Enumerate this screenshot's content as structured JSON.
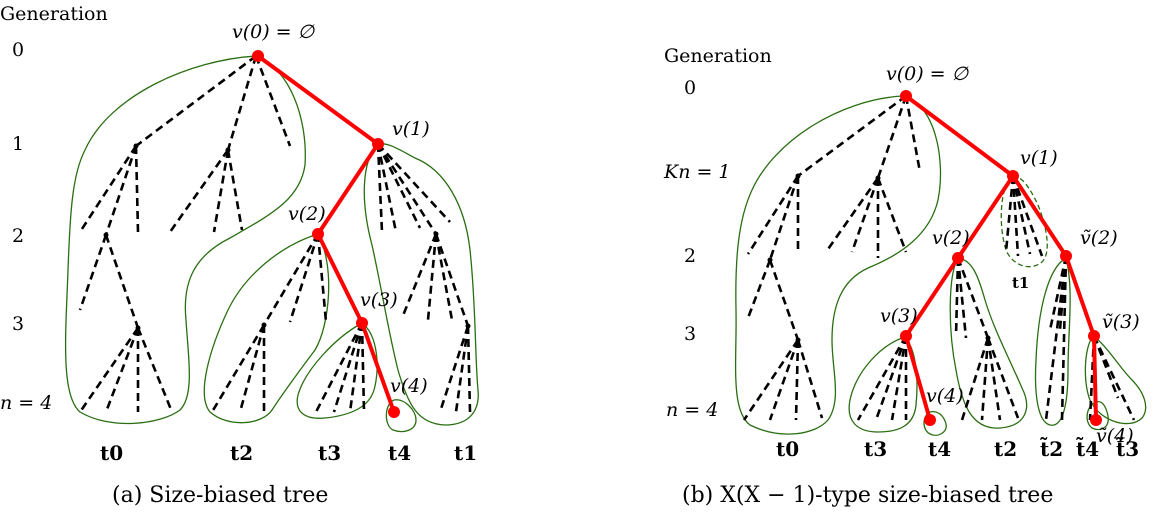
{
  "panel_a": {
    "generation_header": "Generation",
    "generation_labels": [
      "0",
      "1",
      "2",
      "3",
      "n = 4"
    ],
    "spine_labels": [
      "v(0) = ∅",
      "v(1)",
      "v(2)",
      "v(3)",
      "v(4)"
    ],
    "subtree_labels": [
      "t0",
      "t2",
      "t3",
      "t4",
      "t1"
    ],
    "caption": "(a) Size-biased tree"
  },
  "panel_b": {
    "generation_header": "Generation",
    "generation_labels": [
      "0",
      "Kn = 1",
      "2",
      "3",
      "n = 4"
    ],
    "spine_labels": [
      "v(0) = ∅",
      "v(1)",
      "v(2)",
      "v(3)",
      "v(4)",
      "ṽ(2)",
      "ṽ(3)",
      "ṽ(4)"
    ],
    "subtree_labels": [
      "t0",
      "t3",
      "t4",
      "t2",
      "t̃2",
      "t̃4",
      "t̃3",
      "t1"
    ],
    "caption": "(b) X(X − 1)-type size-biased tree"
  },
  "colors": {
    "spine": "#ff0000",
    "contour": "#2a6e12",
    "dashed_edges": "#000000"
  }
}
